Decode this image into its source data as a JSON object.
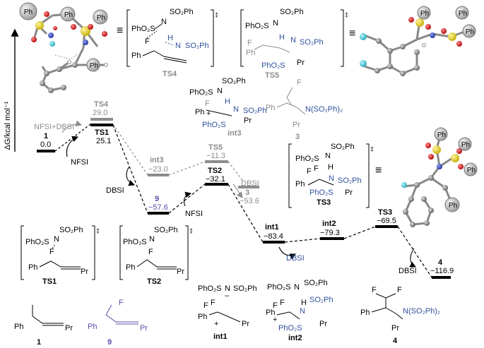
{
  "axis": {
    "ylabel": "ΔG/kcal mol⁻¹"
  },
  "levels": [
    {
      "id": "1",
      "label": "1",
      "value": "0.0",
      "color": "#000000"
    },
    {
      "id": "TS4",
      "label": "TS4",
      "value": "29.0",
      "color": "#8c8c8c"
    },
    {
      "id": "TS1",
      "label": "TS1",
      "value": "25.1",
      "color": "#000000"
    },
    {
      "id": "int3",
      "label": "int3",
      "value": "−23.0",
      "color": "#8c8c8c"
    },
    {
      "id": "9",
      "label": "9",
      "value": "−57.6",
      "color": "#5b4aa8"
    },
    {
      "id": "TS5",
      "label": "TS5",
      "value": "−11.3",
      "color": "#8c8c8c"
    },
    {
      "id": "TS2",
      "label": "TS2",
      "value": "−32.1",
      "color": "#000000"
    },
    {
      "id": "3",
      "label": "3",
      "value": "−53.6",
      "color": "#8c8c8c"
    },
    {
      "id": "int1",
      "label": "int1",
      "value": "−83.4",
      "color": "#000000"
    },
    {
      "id": "int2",
      "label": "int2",
      "value": "−79.3",
      "color": "#000000"
    },
    {
      "id": "TS3",
      "label": "TS3",
      "value": "−69.5",
      "color": "#000000"
    },
    {
      "id": "4",
      "label": "4",
      "value": "−116.9",
      "color": "#000000"
    }
  ],
  "reagents": {
    "nfsi_dbsi": "NFSI+DBSI",
    "nfsi_1": "NFSI",
    "dbsi_1": "DBSI",
    "dbsi_grey": "DBSI",
    "nfsi_2": "NFSI",
    "dbsi_2": "DBSI",
    "dbsi_3": "DBSI"
  },
  "equiv": "≡",
  "dagger": "‡",
  "struct_text": {
    "so2ph": "SO₂Ph",
    "phos": "PhO₂S",
    "phso2": "PhO₂S",
    "n": "N",
    "h": "H",
    "f": "F",
    "ph": "Ph",
    "pr": "Pr",
    "nso2ph2": "N(SO₂Ph)₂",
    "plus": "+",
    "minus": "–"
  },
  "struct_labels": {
    "ts4": "TS4",
    "ts5": "TS5",
    "int3": "int3",
    "c3": "3",
    "ts3": "TS3",
    "ts1": "TS1",
    "ts2": "TS2",
    "c1": "1",
    "c9": "9",
    "int1": "int1",
    "int2": "int2",
    "c4": "4"
  },
  "model_atom_label": "Ph",
  "colors": {
    "blue": "#2f4f9c",
    "grey": "#8c8c8c",
    "purple": "#5b4aa8",
    "yellow": "#e8d21c",
    "red": "#d82020",
    "navy": "#27368f",
    "cyan": "#3fc4d0"
  }
}
